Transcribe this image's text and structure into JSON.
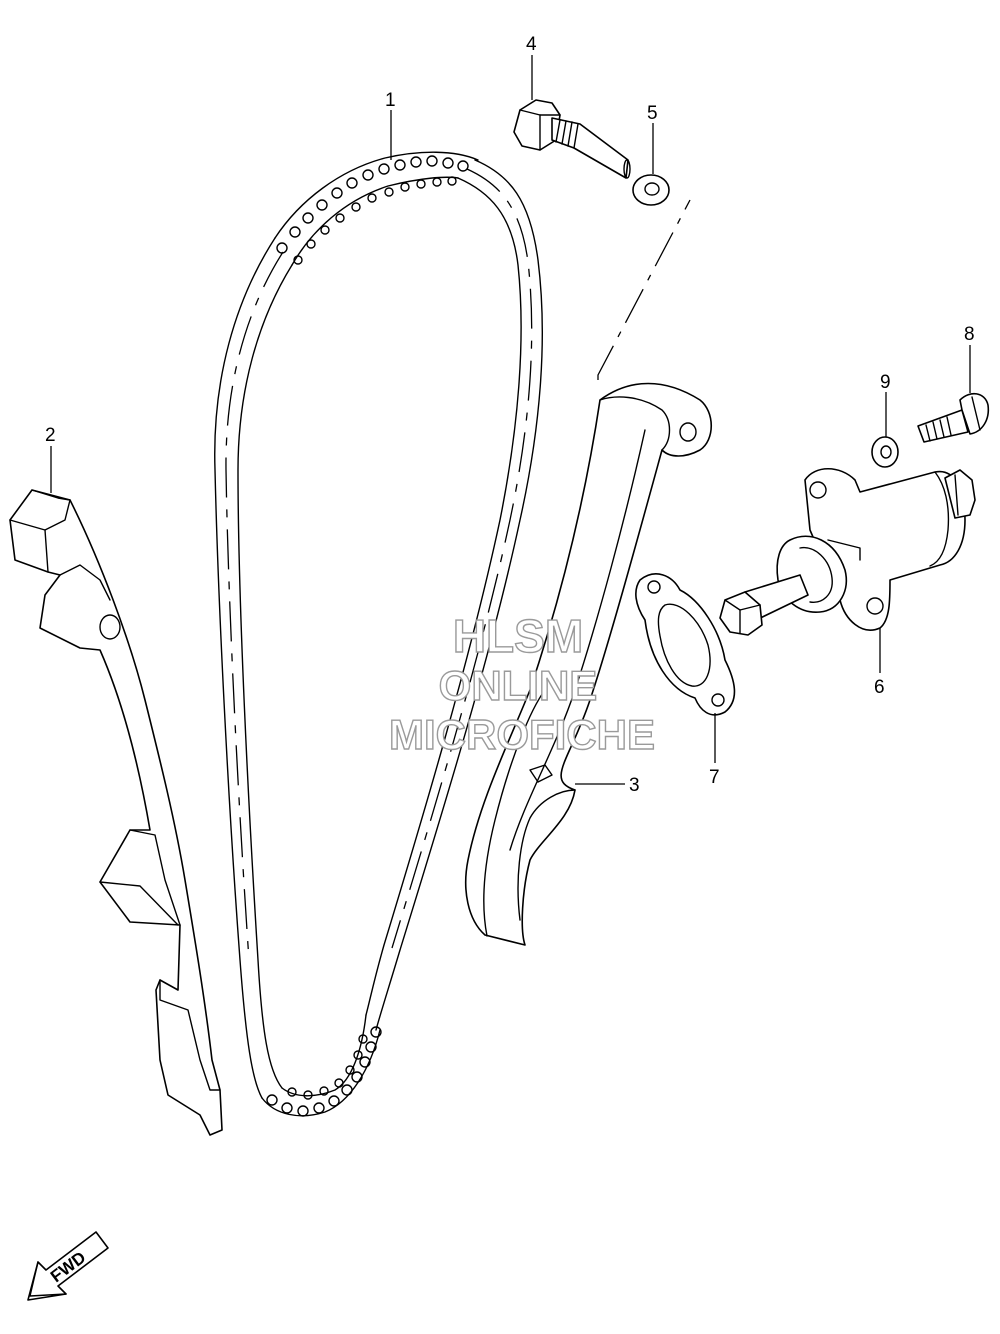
{
  "diagram": {
    "callouts": [
      "1",
      "2",
      "3",
      "4",
      "5",
      "6",
      "7",
      "8",
      "9"
    ],
    "watermark": {
      "line1": "HLSM",
      "line2": "ONLINE",
      "line3": "MICROFICHE"
    },
    "direction_label": "FWD"
  }
}
